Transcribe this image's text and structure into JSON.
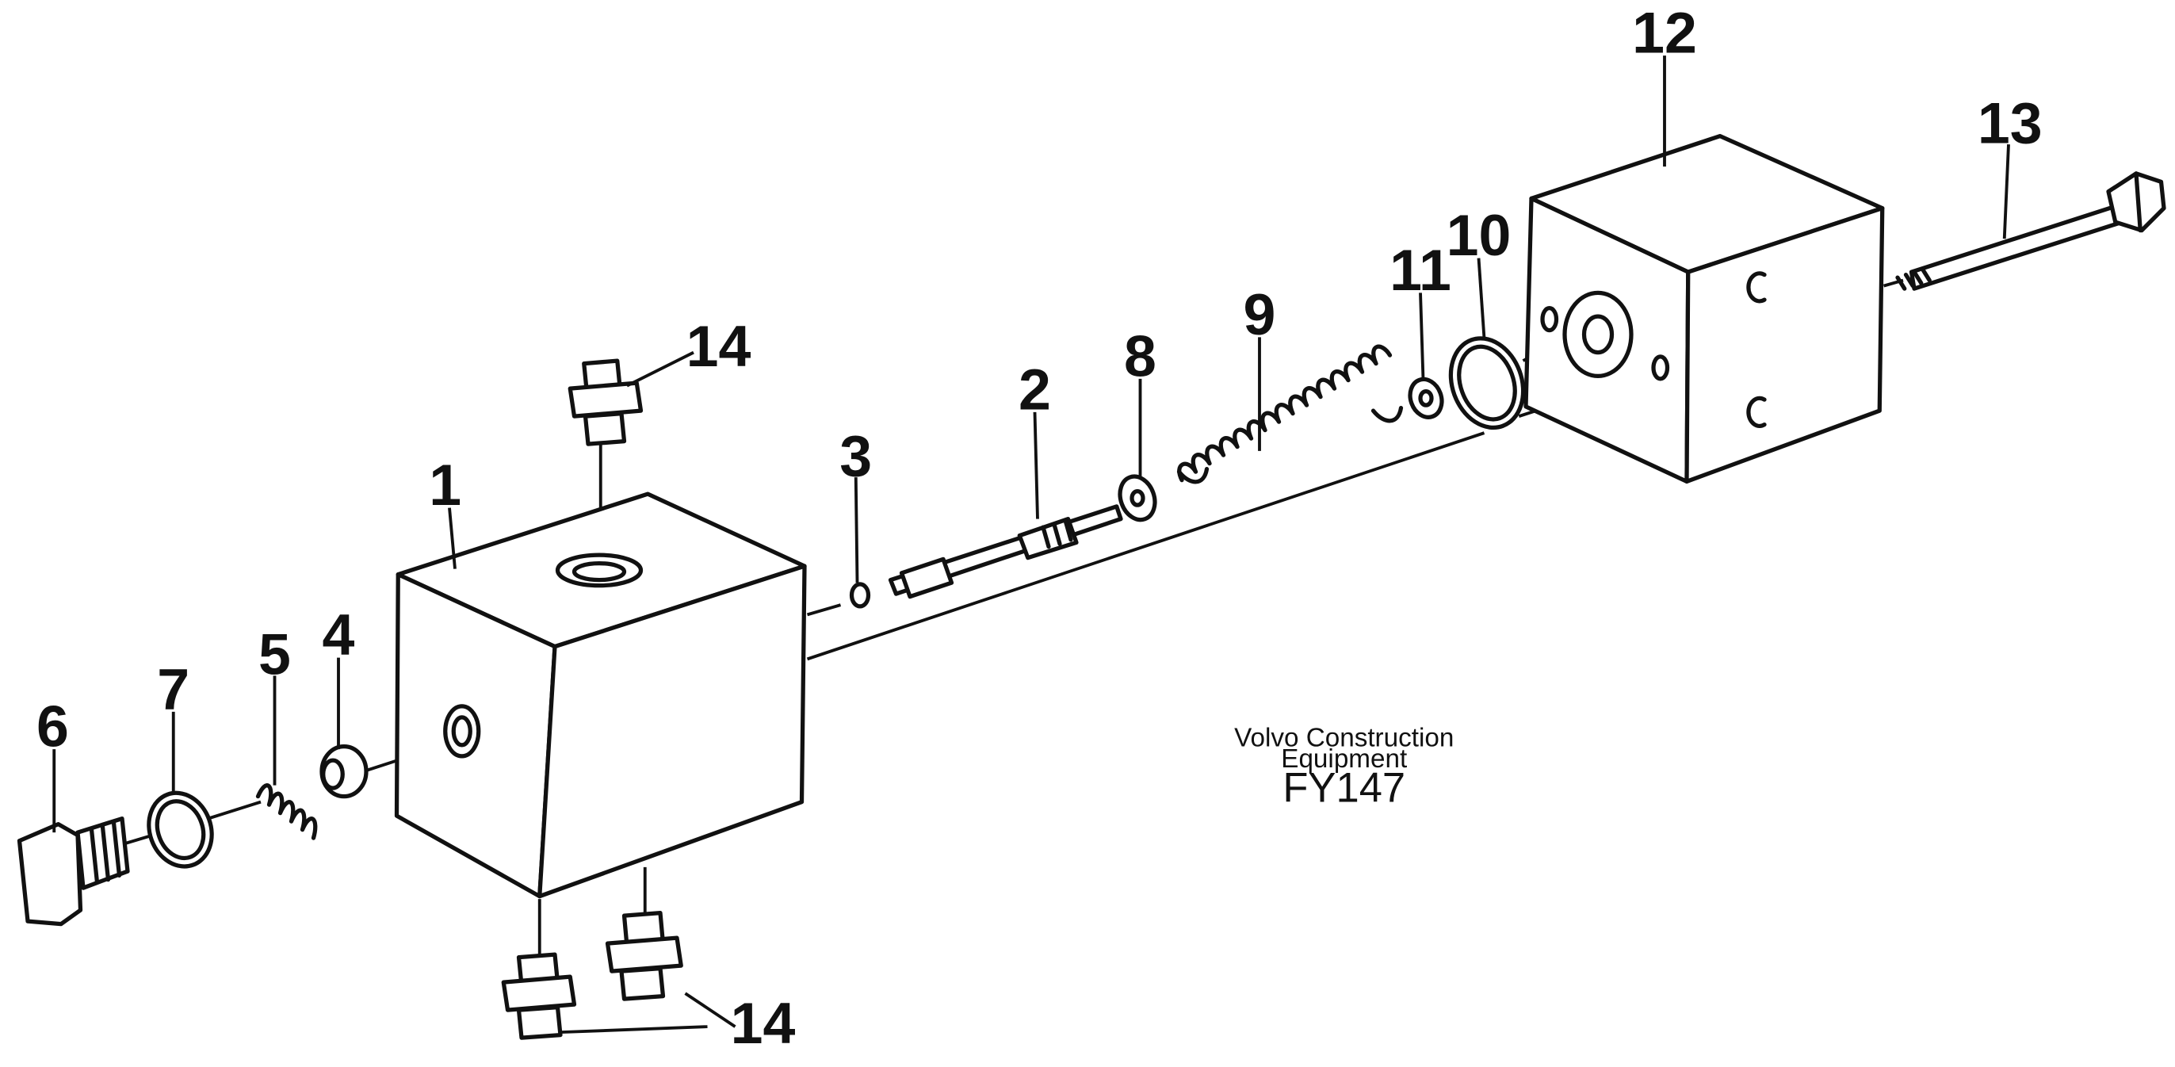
{
  "caption": {
    "line1": "Volvo Construction",
    "line2": "Equipment",
    "code": "FY147"
  },
  "callouts": [
    "1",
    "2",
    "3",
    "4",
    "5",
    "6",
    "7",
    "8",
    "9",
    "10",
    "11",
    "12",
    "13",
    "14",
    "14"
  ]
}
